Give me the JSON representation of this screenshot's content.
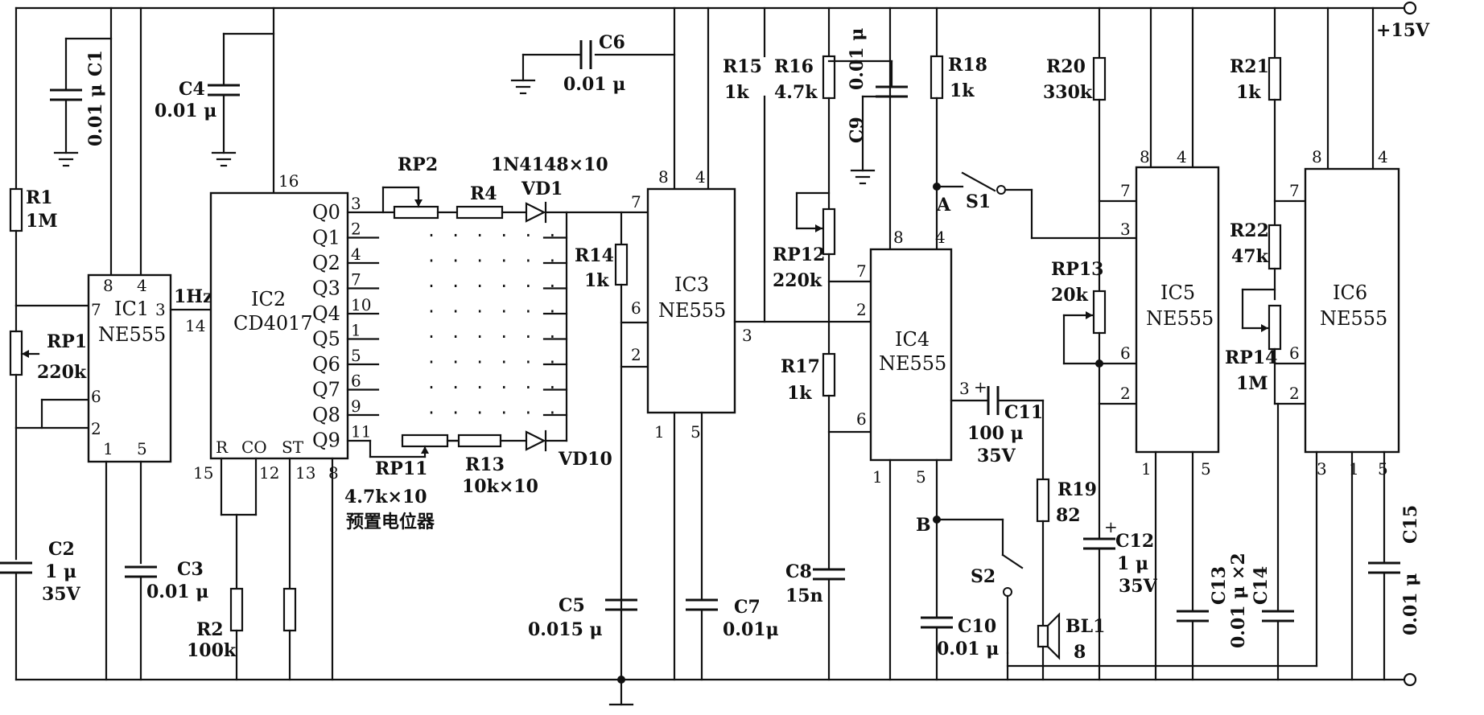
{
  "supply": "+15V",
  "ics": {
    "ic1": {
      "name": "IC1",
      "type": "NE555"
    },
    "ic2": {
      "name": "IC2",
      "type": "CD4017"
    },
    "ic3": {
      "name": "IC3",
      "type": "NE555"
    },
    "ic4": {
      "name": "IC4",
      "type": "NE555"
    },
    "ic5": {
      "name": "IC5",
      "type": "NE555"
    },
    "ic6": {
      "name": "IC6",
      "type": "NE555"
    }
  },
  "ic2_outputs": [
    "Q0",
    "Q1",
    "Q2",
    "Q3",
    "Q4",
    "Q5",
    "Q6",
    "Q7",
    "Q8",
    "Q9"
  ],
  "ic2_output_pins": [
    "3",
    "2",
    "4",
    "7",
    "10",
    "1",
    "5",
    "6",
    "9",
    "11"
  ],
  "ic2_bottom": {
    "r": "R",
    "co": "CO",
    "st": "ST"
  },
  "signal_1hz": "1Hz",
  "components": {
    "r1": {
      "ref": "R1",
      "value": "1M"
    },
    "rp1": {
      "ref": "RP1",
      "value": "220k"
    },
    "c1": {
      "ref": "C1",
      "value": "0.01 μ"
    },
    "c2": {
      "ref": "C2",
      "value": "1 μ",
      "rating": "35V"
    },
    "c3": {
      "ref": "C3",
      "value": "0.01 μ"
    },
    "c4": {
      "ref": "C4",
      "value": "0.01 μ"
    },
    "r2": {
      "ref": "R2",
      "value": "100k"
    },
    "rp2": {
      "ref": "RP2"
    },
    "r4": {
      "ref": "R4"
    },
    "vd1": {
      "ref": "VD1"
    },
    "diodes": "1N4148×10",
    "rp11": {
      "ref": "RP11"
    },
    "r13": {
      "ref": "R13",
      "value": "10k×10"
    },
    "vd10": {
      "ref": "VD10"
    },
    "presets": {
      "value": "4.7k×10",
      "note": "预置电位器"
    },
    "c6": {
      "ref": "C6",
      "value": "0.01 μ"
    },
    "r14": {
      "ref": "R14",
      "value": "1k"
    },
    "c5": {
      "ref": "C5",
      "value": "0.015 μ"
    },
    "c7": {
      "ref": "C7",
      "value": "0.01μ"
    },
    "r15": {
      "ref": "R15",
      "value": "1k"
    },
    "r16": {
      "ref": "R16",
      "value": "4.7k"
    },
    "c9": {
      "ref": "C9",
      "value": "0.01 μ"
    },
    "rp12": {
      "ref": "RP12",
      "value": "220k"
    },
    "r17": {
      "ref": "R17",
      "value": "1k"
    },
    "c8": {
      "ref": "C8",
      "value": "15n"
    },
    "r18": {
      "ref": "R18",
      "value": "1k"
    },
    "s1": {
      "ref": "S1"
    },
    "s2": {
      "ref": "S2"
    },
    "node_a": "A",
    "node_b": "B",
    "c11": {
      "ref": "C11",
      "value": "100 μ",
      "rating": "35V"
    },
    "r19": {
      "ref": "R19",
      "value": "82"
    },
    "c10": {
      "ref": "C10",
      "value": "0.01 μ"
    },
    "bl1": {
      "ref": "BL1",
      "value": "8"
    },
    "r20": {
      "ref": "R20",
      "value": "330k"
    },
    "rp13": {
      "ref": "RP13",
      "value": "20k"
    },
    "c12": {
      "ref": "C12",
      "value": "1 μ",
      "rating": "35V"
    },
    "c13": {
      "ref": "C13"
    },
    "c14": {
      "ref": "C14"
    },
    "c13_c14_value": "0.01 μ ×2",
    "r21": {
      "ref": "R21",
      "value": "1k"
    },
    "r22": {
      "ref": "R22",
      "value": "47k"
    },
    "rp14": {
      "ref": "RP14",
      "value": "1M"
    },
    "c15": {
      "ref": "C15",
      "value": "0.01 μ"
    }
  },
  "pins": {
    "ic1": {
      "p8": "8",
      "p4": "4",
      "p7": "7",
      "p3": "3",
      "p14": "14",
      "p6": "6",
      "p2": "2",
      "p1": "1",
      "p5": "5"
    },
    "ic2": {
      "p16": "16",
      "p15": "15",
      "p12": "12",
      "p13": "13",
      "p8": "8"
    },
    "ic3": {
      "p8": "8",
      "p4": "4",
      "p7": "7",
      "p6": "6",
      "p2": "2",
      "p3": "3",
      "p1": "1",
      "p5": "5"
    },
    "ic4": {
      "p8": "8",
      "p4": "4",
      "p7": "7",
      "p2": "2",
      "p6": "6",
      "p3": "3",
      "p1": "1",
      "p5": "5"
    },
    "ic5": {
      "p8": "8",
      "p4": "4",
      "p7": "7",
      "p3": "3",
      "p6": "6",
      "p2": "2",
      "p1": "1",
      "p5": "5"
    },
    "ic6": {
      "p8": "8",
      "p4": "4",
      "p7": "7",
      "p6": "6",
      "p2": "2",
      "p3": "3",
      "p1": "1",
      "p5": "5"
    }
  },
  "polarity_plus": "+"
}
